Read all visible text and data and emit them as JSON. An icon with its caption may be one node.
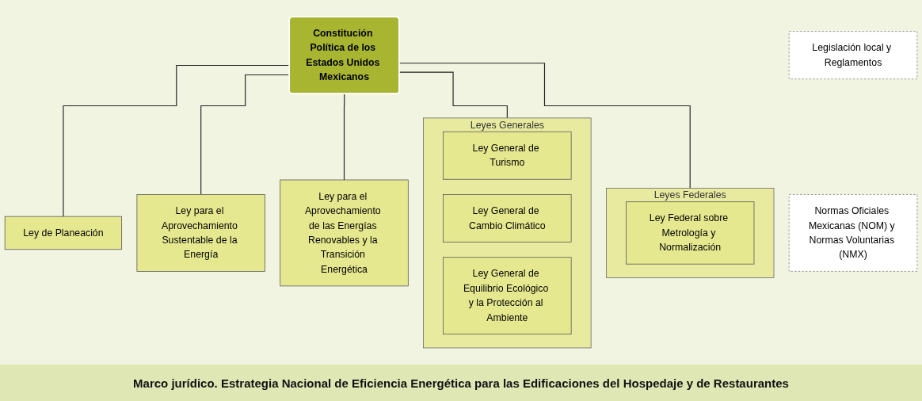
{
  "diagram": {
    "caption": "Marco jurídico. Estrategia Nacional de Eficiencia Energética para las Edificaciones del Hospedaje y de Restaurantes",
    "nodes": [
      {
        "text": [
          "Constitución Política de los Estados Unidos Mexicanos"
        ]
      },
      {
        "text": [
          "Ley de Planeación"
        ]
      },
      {
        "text": [
          "Leyes Generales"
        ]
      },
      {
        "text": [
          "Ley General de Turismo"
        ],
        "in": 2
      },
      {
        "text": [
          "Ley General de Cambio Climático"
        ],
        "in": 2
      },
      {
        "text": [
          "Ley General de Equilibrio Ecológico y la Protección al Ambiente"
        ],
        "in": 2
      },
      {
        "text": [
          "Leyes Federales"
        ]
      },
      {
        "text": [
          "Ley Federal sobre Metrología y Normalización"
        ],
        "in": 6
      },
      {
        "text": [
          "Ley para el Aprovechamiento Sustentable de la Energía"
        ]
      },
      {
        "text": [
          "Ley para el Aprovechamiento de las Energías Renovables y la Transición Energética"
        ]
      },
      {
        "text": [
          "Legislación local y Reglamentos"
        ]
      },
      {
        "text": [
          "Normas Oficiales Mexicanas (NOM) y Normas Voluntarias (NMX)"
        ]
      }
    ],
    "edges": [
      {
        "from": 0,
        "to": 1,
        "arrow": "none"
      },
      {
        "from": 0,
        "to": 2,
        "arrow": "none"
      },
      {
        "from": 0,
        "to": 6,
        "arrow": "none"
      },
      {
        "from": 0,
        "to": 8,
        "arrow": "none"
      },
      {
        "from": 0,
        "to": 9,
        "arrow": "none"
      }
    ]
  }
}
